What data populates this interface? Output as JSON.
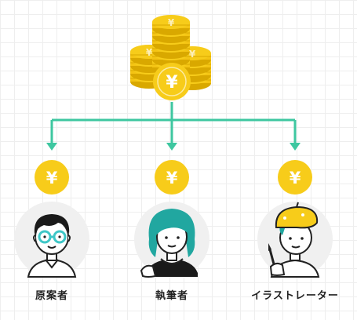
{
  "colors": {
    "coin": "#f7cc1a",
    "coin_edge": "#c89a00",
    "arrow": "#3ec7a0",
    "avatar_bg": "#f0f0f0",
    "line": "#222222",
    "hair_dark": "#1a1a1a",
    "hair_teal": "#21a7a0",
    "glasses": "#3ec7c7",
    "beret": "#f7cc1a"
  },
  "currency_symbol": "¥",
  "icons": [
    "coin-stack-icon",
    "coin-icon",
    "person-with-glasses-icon",
    "person-teal-hair-icon",
    "person-beret-brush-icon"
  ],
  "recipients": [
    {
      "label": "原案者"
    },
    {
      "label": "執筆者"
    },
    {
      "label": "イラストレーター"
    }
  ]
}
